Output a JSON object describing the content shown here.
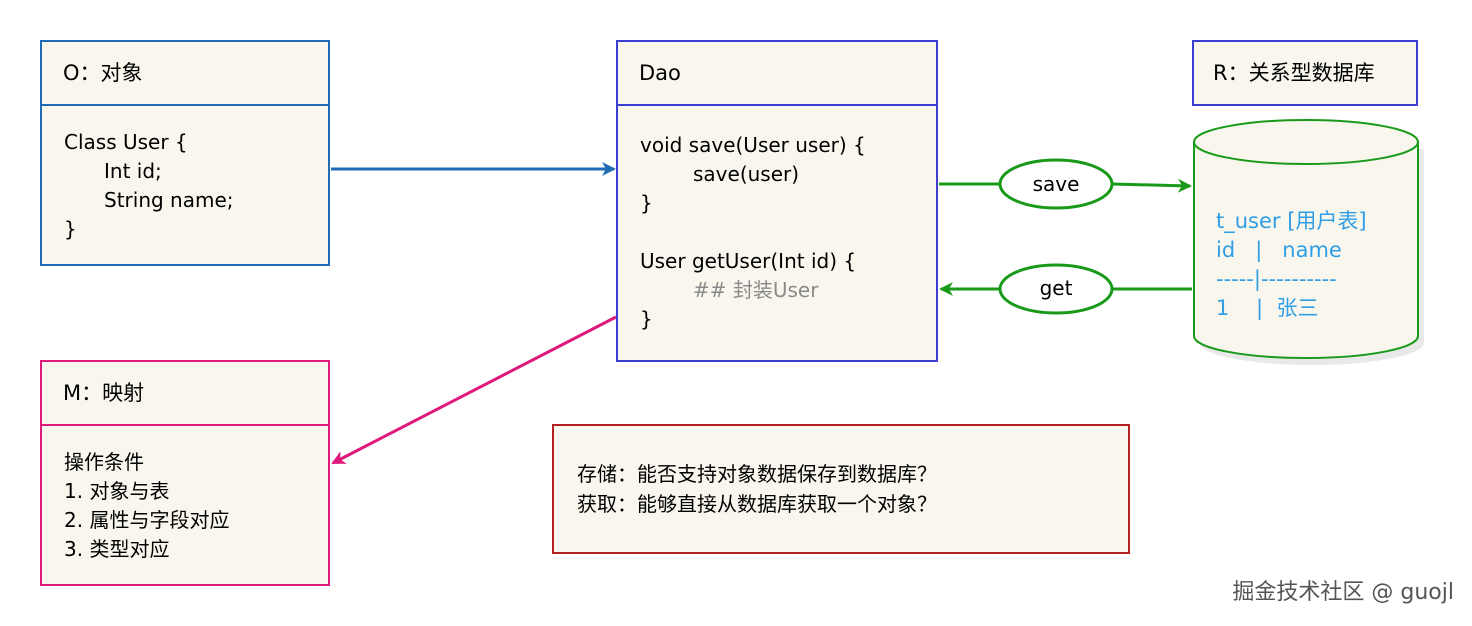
{
  "object_box": {
    "title": "O：对象",
    "lines": [
      "Class User {",
      "Int id;",
      "String name;",
      "}"
    ]
  },
  "dao_box": {
    "title": "Dao",
    "lines": [
      "void save(User user) {",
      "save(user)",
      "}",
      "",
      "User getUser(Int id) {",
      "## 封装User",
      "}"
    ]
  },
  "db_box": {
    "title": "R：关系型数据库",
    "table_lines": [
      "t_user [用户表]",
      "id   |   name",
      "-----|----------",
      "1    |  张三"
    ]
  },
  "mapping_box": {
    "title": "M：映射",
    "lines": [
      "操作条件",
      "1. 对象与表",
      "2. 属性与字段对应",
      "3. 类型对应"
    ]
  },
  "note": {
    "lines": [
      "存储：能否支持对象数据保存到数据库？",
      "获取：能够直接从数据库获取一个对象？"
    ]
  },
  "edges": {
    "save_label": "save",
    "get_label": "get"
  },
  "watermark": "掘金技术社区 @ guojl",
  "colors": {
    "box_fill": "#f9f7ed",
    "object_border": "#1f6bb5",
    "dao_border": "#3c3fd2",
    "mapping_border": "#e0197c",
    "note_border": "#b51f1f",
    "db_green": "#1a9a1a",
    "db_text": "#2f9ee6"
  }
}
